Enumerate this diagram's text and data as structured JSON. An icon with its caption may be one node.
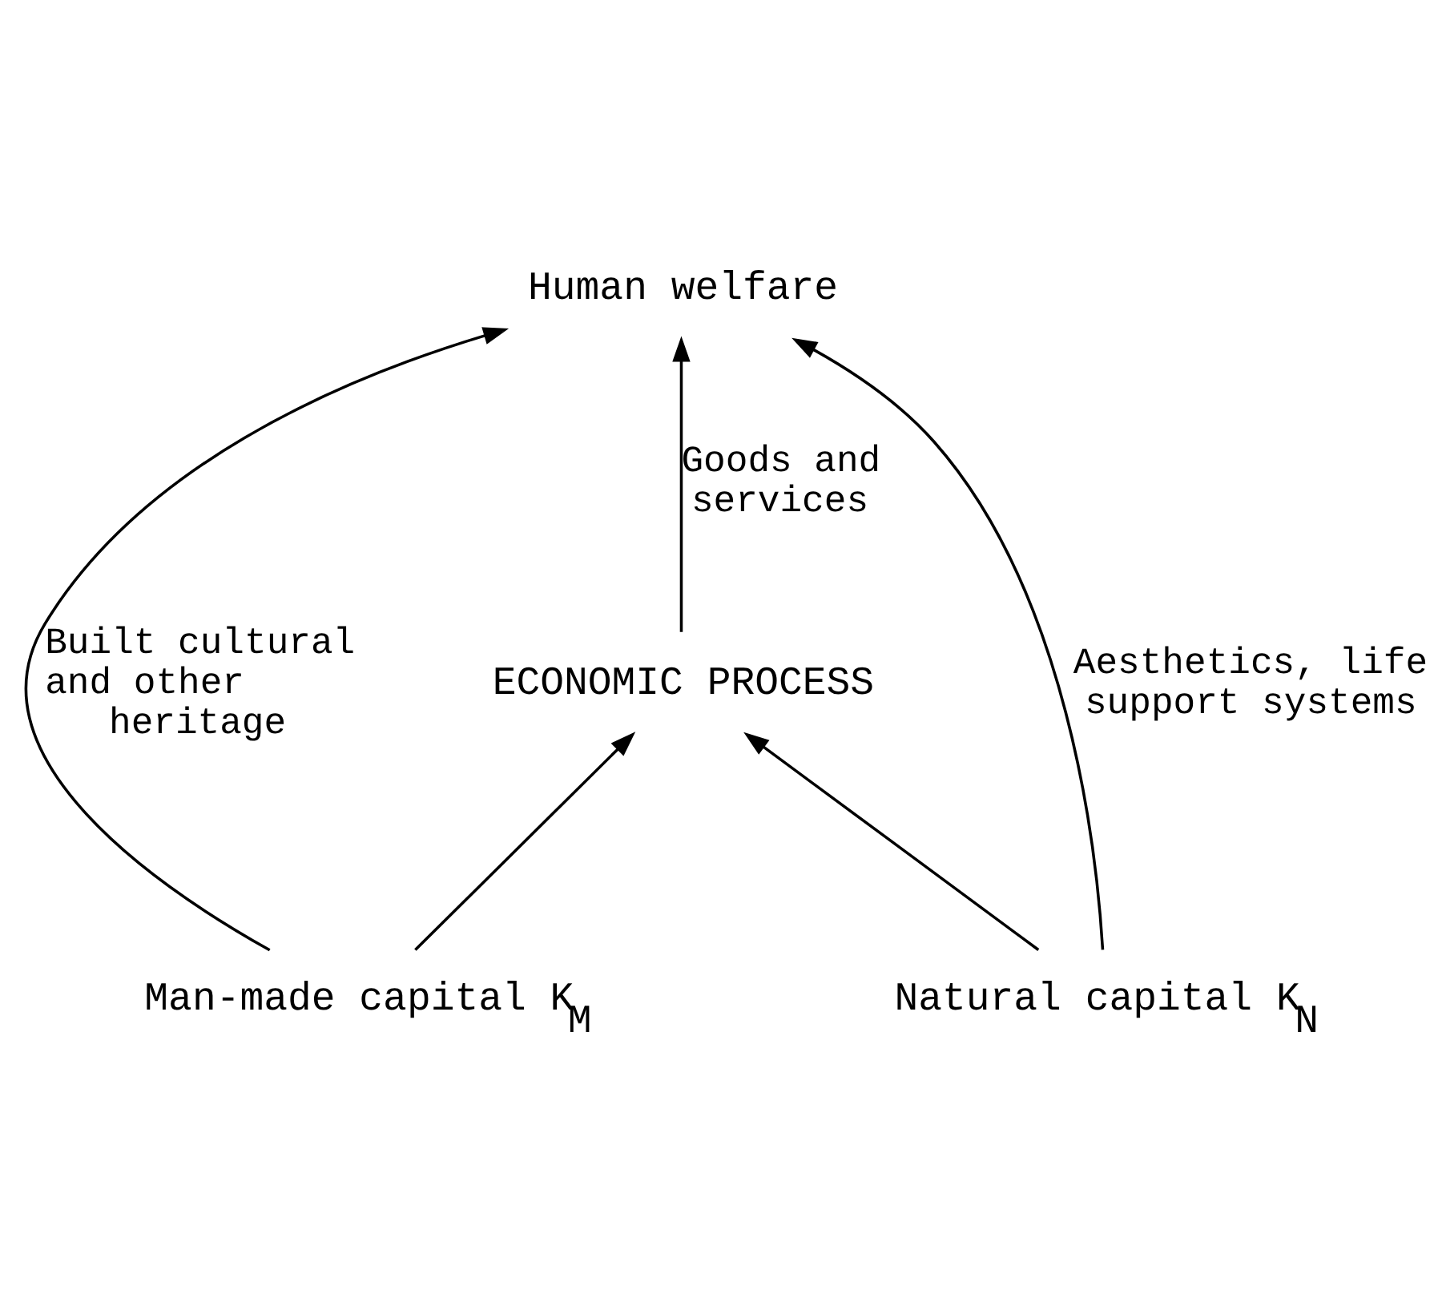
{
  "diagram": {
    "nodes": [
      {
        "text": [
          "Human welfare"
        ]
      },
      {
        "text": [
          "ECONOMIC PROCESS"
        ]
      },
      {
        "text": [
          "Man-made capital K$_{M}$"
        ]
      },
      {
        "text": [
          "Natural capital K$_{N}$"
        ]
      }
    ],
    "edges": [
      {
        "from": 2,
        "to": 0,
        "arrow": "to",
        "label": "Built cultural and other heritage"
      },
      {
        "from": 1,
        "to": 0,
        "arrow": "to",
        "label": "Goods and services"
      },
      {
        "from": 3,
        "to": 0,
        "arrow": "to",
        "label": "Aesthetics, life support systems"
      },
      {
        "from": 2,
        "to": 1,
        "arrow": "to"
      },
      {
        "from": 3,
        "to": 1,
        "arrow": "to"
      }
    ]
  }
}
